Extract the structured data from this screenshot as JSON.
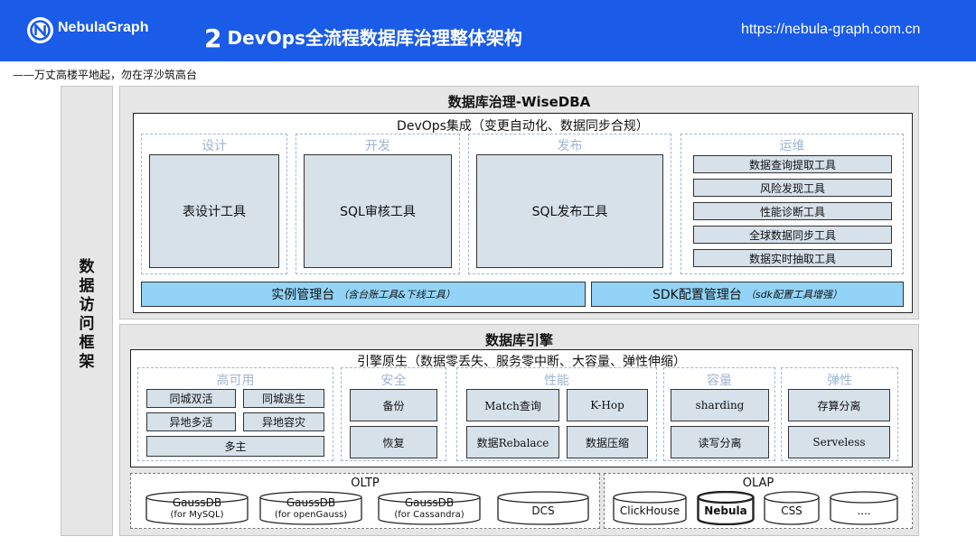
{
  "header": {
    "brand": "NebulaGraph",
    "title_number": "2",
    "title_text": "DevOps全流程数据库治理整体架构",
    "url": "https://nebula-graph.com.cn"
  },
  "subtitle": "——万丈高楼平地起，勿在浮沙筑高台",
  "side_label": "数据访问框架",
  "wisedba": {
    "title": "数据库治理-WiseDBA",
    "devops_caption": "DevOps集成（变更自动化、数据同步合规）",
    "groups": {
      "design": {
        "title": "设计",
        "tool": "表设计工具"
      },
      "develop": {
        "title": "开发",
        "tool": "SQL审核工具"
      },
      "release": {
        "title": "发布",
        "tool": "SQL发布工具"
      },
      "ops": {
        "title": "运维",
        "items": [
          "数据查询提取工具",
          "风险发现工具",
          "性能诊断工具",
          "全球数据同步工具",
          "数据实时抽取工具"
        ]
      }
    },
    "instance_console": {
      "label": "实例管理台",
      "note": "（含台账工具&下线工具）"
    },
    "sdk_console": {
      "label": "SDK配置管理台",
      "note": "（sdk配置工具增强）"
    }
  },
  "engine": {
    "title": "数据库引擎",
    "caption": "引擎原生（数据零丢失、服务零中断、大容量、弹性伸缩）",
    "ha": {
      "title": "高可用",
      "items": [
        "同城双活",
        "同城逃生",
        "异地多活",
        "异地容灾",
        "多主"
      ]
    },
    "security": {
      "title": "安全",
      "items": [
        "备份",
        "恢复"
      ]
    },
    "performance": {
      "title": "性能",
      "items": [
        "Match查询",
        "K-Hop",
        "数据Rebalace",
        "数据压缩"
      ]
    },
    "capacity": {
      "title": "容量",
      "items": [
        "sharding",
        "读写分离"
      ]
    },
    "elastic": {
      "title": "弹性",
      "items": [
        "存算分离",
        "Serveless"
      ]
    },
    "oltp": {
      "title": "OLTP",
      "dbs": [
        {
          "name": "GaussDB",
          "sub": "(for MySQL)"
        },
        {
          "name": "GaussDB",
          "sub": "(for openGauss)"
        },
        {
          "name": "GaussDB",
          "sub": "(for Cassandra)"
        },
        {
          "name": "DCS",
          "sub": ""
        }
      ]
    },
    "olap": {
      "title": "OLAP",
      "dbs": [
        {
          "name": "ClickHouse"
        },
        {
          "name": "Nebula"
        },
        {
          "name": "CSS"
        },
        {
          "name": "...."
        }
      ]
    }
  },
  "colors": {
    "header_bg": "#1a5be8",
    "tool_fill": "#d6e1ea",
    "console_fill": "#92d3f7",
    "group_title": "#9fb6d4",
    "section_bg": "#e6e6e6"
  }
}
